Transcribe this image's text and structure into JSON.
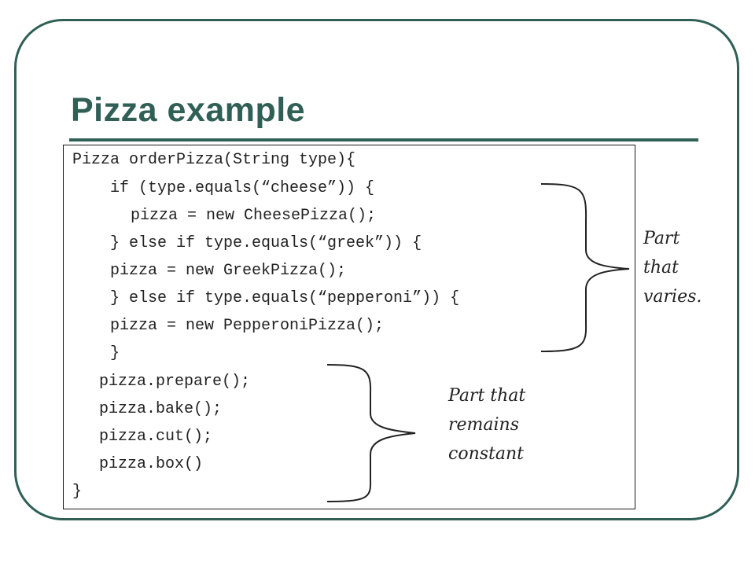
{
  "slide": {
    "title": "Pizza example",
    "code_lines": [
      "Pizza orderPizza(String type){",
      "if (type.equals(“cheese”)) {",
      "pizza = new CheesePizza();",
      "} else if type.equals(“greek”)) {",
      "pizza = new GreekPizza();",
      "} else if type.equals(“pepperoni”)) {",
      "pizza = new PepperoniPizza();",
      "}",
      "pizza.prepare();",
      "pizza.bake();",
      "pizza.cut();",
      "pizza.box()",
      "}"
    ],
    "annotation_varies": [
      "Part",
      "that",
      "varies."
    ],
    "annotation_constant": [
      "Part that",
      "remains",
      "constant"
    ]
  },
  "colors": {
    "title": "#2f5f55",
    "frame": "#2f5f55",
    "text": "#222222"
  }
}
